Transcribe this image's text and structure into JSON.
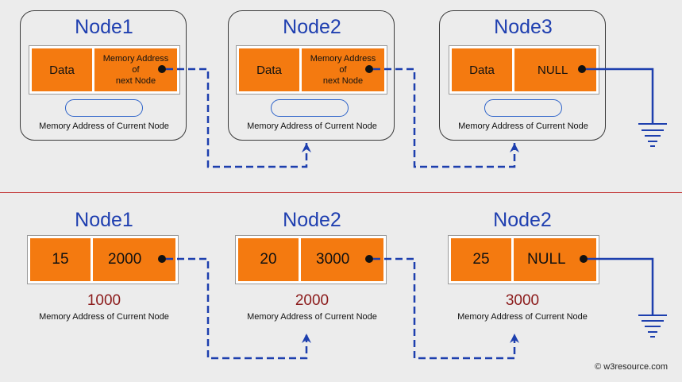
{
  "top": {
    "nodes": [
      {
        "title": "Node1",
        "data_label": "Data",
        "pointer_lines": [
          "Memory Address",
          "of",
          "next Node"
        ],
        "caption": "Memory Address of Current Node"
      },
      {
        "title": "Node2",
        "data_label": "Data",
        "pointer_lines": [
          "Memory Address",
          "of",
          "next Node"
        ],
        "caption": "Memory Address of Current Node"
      },
      {
        "title": "Node3",
        "data_label": "Data",
        "pointer_label": "NULL",
        "caption": "Memory Address of Current Node"
      }
    ]
  },
  "bottom": {
    "nodes": [
      {
        "title": "Node1",
        "value": "15",
        "next": "2000",
        "address": "1000",
        "caption": "Memory Address of Current Node"
      },
      {
        "title": "Node2",
        "value": "20",
        "next": "3000",
        "address": "2000",
        "caption": "Memory Address of Current Node"
      },
      {
        "title": "Node2",
        "value": "25",
        "next": "NULL",
        "address": "3000",
        "caption": "Memory Address of Current Node"
      }
    ]
  },
  "credit": "© w3resource.com",
  "colors": {
    "cell": "#f47a10",
    "title": "#1f3fb0",
    "wire": "#1d3fae",
    "address": "#8b1a1a",
    "divider": "#c33a3a"
  }
}
